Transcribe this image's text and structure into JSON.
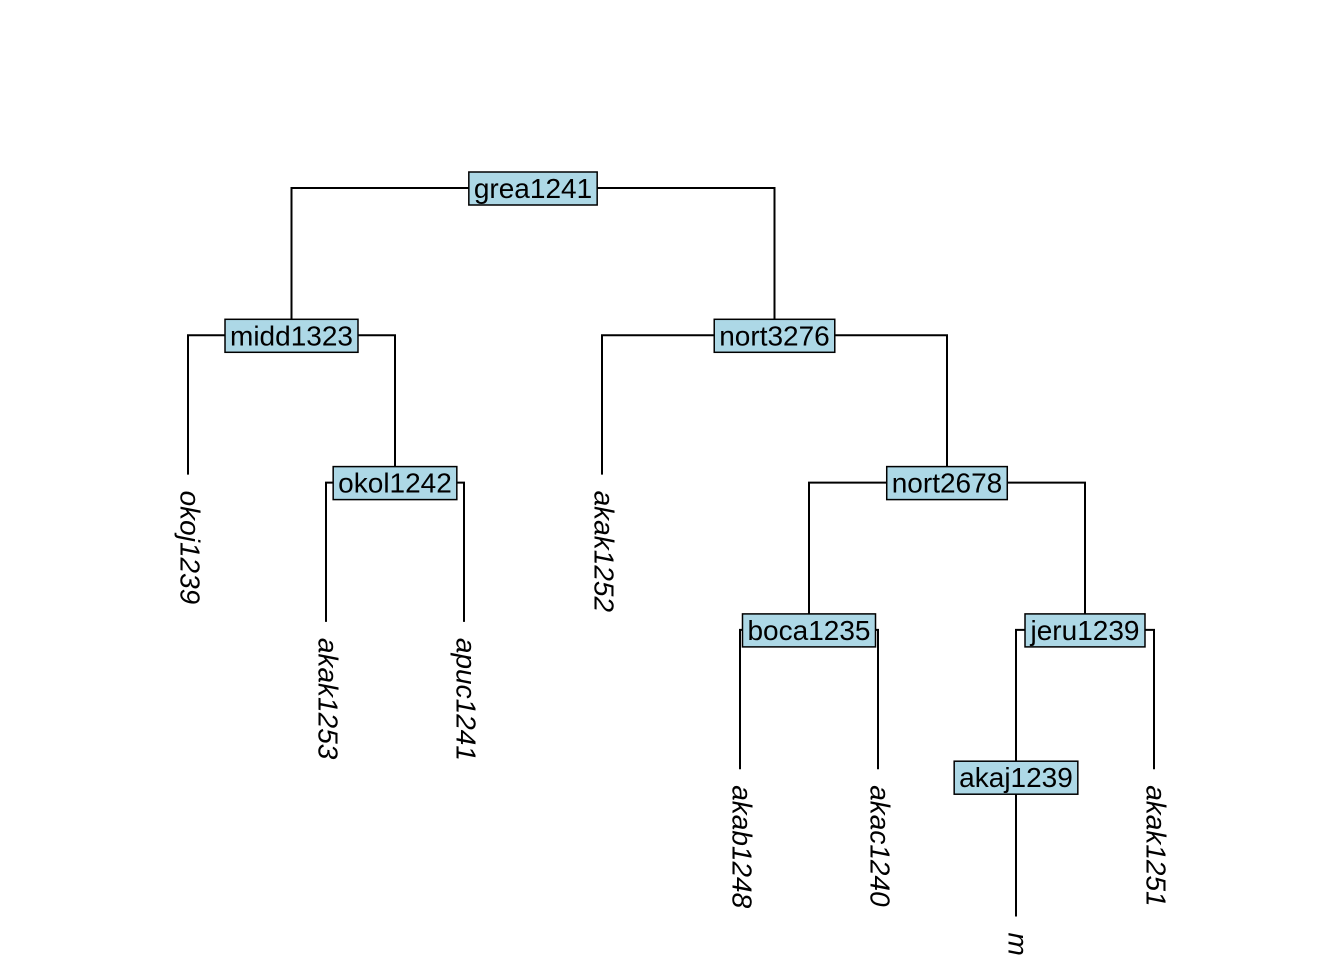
{
  "tree": {
    "label": "grea1241",
    "children": [
      {
        "label": "midd1323",
        "children": [
          {
            "label": "okoj1239"
          },
          {
            "label": "okol1242",
            "children": [
              {
                "label": "akak1253"
              },
              {
                "label": "apuc1241"
              }
            ]
          }
        ]
      },
      {
        "label": "nort3276",
        "children": [
          {
            "label": "akak1252"
          },
          {
            "label": "nort2678",
            "children": [
              {
                "label": "boca1235",
                "children": [
                  {
                    "label": "akab1248"
                  },
                  {
                    "label": "akac1240"
                  }
                ]
              },
              {
                "label": "jeru1239",
                "children": [
                  {
                    "label": "akaj1239",
                    "children": [
                      {
                        "label": "m"
                      }
                    ]
                  },
                  {
                    "label": "akak1251"
                  }
                ]
              }
            ]
          }
        ]
      }
    ]
  },
  "colors": {
    "node_fill": "#add8e6",
    "line": "#000000"
  }
}
